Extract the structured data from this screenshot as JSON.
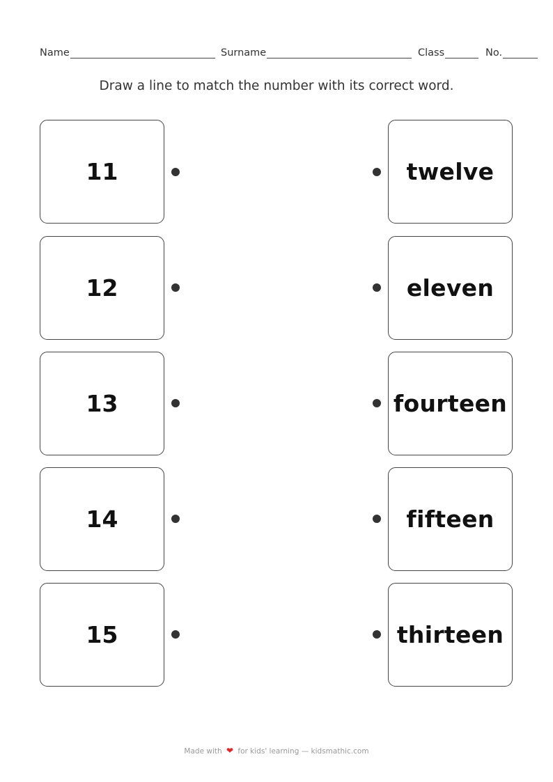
{
  "header": {
    "name_label": "Name",
    "surname_label": "Surname",
    "class_label": "Class",
    "no_label": "No."
  },
  "instruction": "Draw a line to match the number with its correct word.",
  "numbers": [
    "11",
    "12",
    "13",
    "14",
    "15"
  ],
  "words": [
    "twelve",
    "eleven",
    "fourteen",
    "fifteen",
    "thirteen"
  ],
  "footer": {
    "prefix": "Made with",
    "heart_icon": "❤",
    "suffix": "for kids' learning — kidsmathic.com"
  }
}
